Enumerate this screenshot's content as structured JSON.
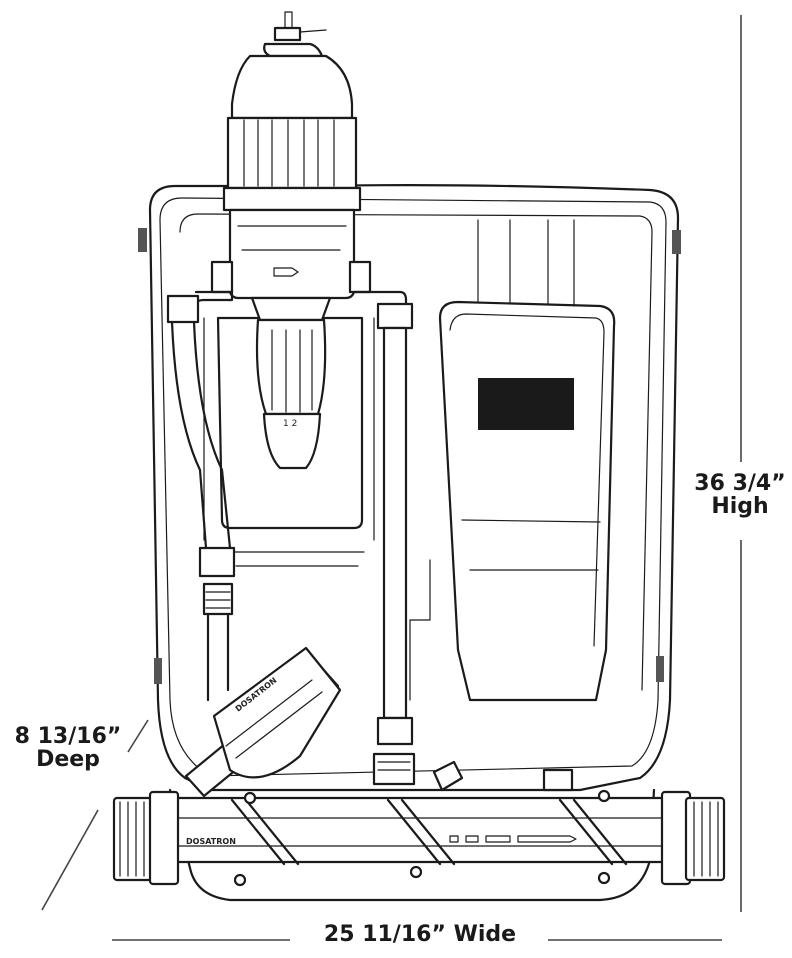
{
  "dimensions": {
    "height": {
      "value": "36 3/4”",
      "word": "High"
    },
    "depth": {
      "value": "8 13/16”",
      "word": "Deep"
    },
    "width": {
      "text": "25 11/16” Wide"
    }
  },
  "product": {
    "brand_marks": [
      "DOSATRON",
      "DOSATRON"
    ],
    "dial_text": "1 2"
  }
}
